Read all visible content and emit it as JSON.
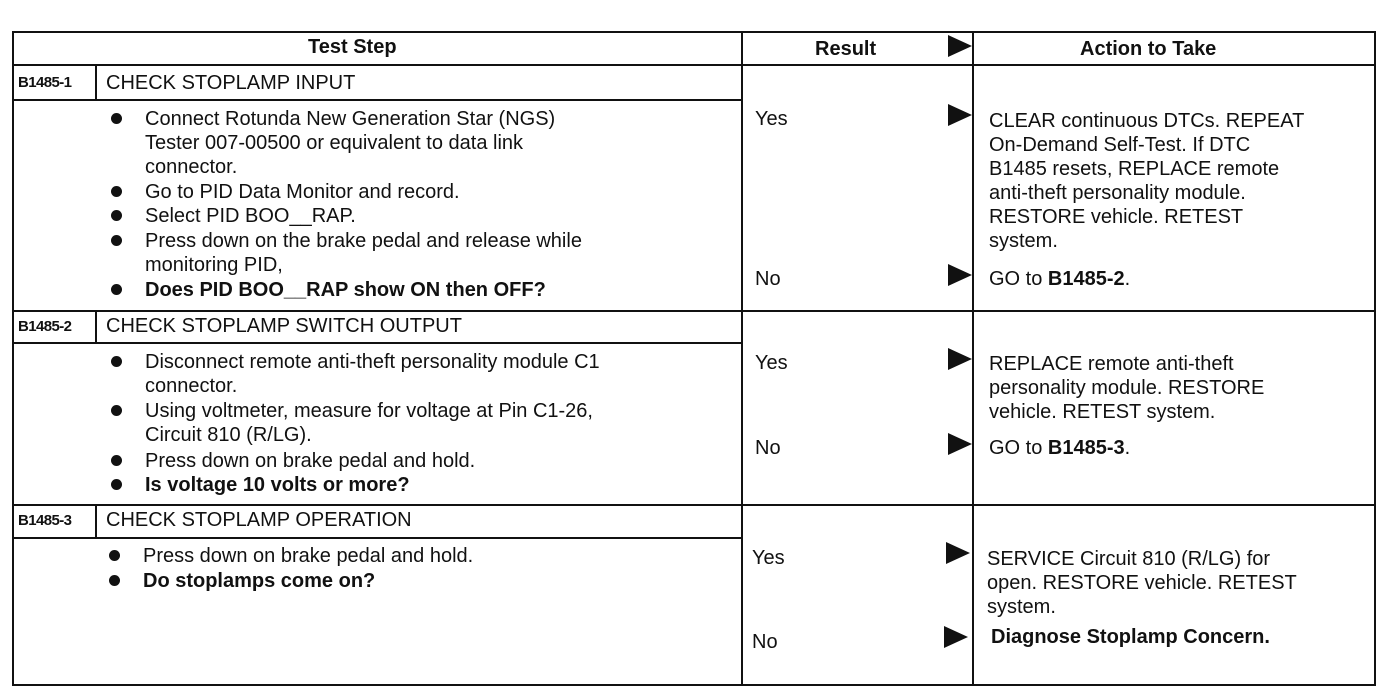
{
  "header": {
    "test_step": "Test Step",
    "result": "Result",
    "action": "Action to Take"
  },
  "steps": [
    {
      "id": "B1485-1",
      "title": "CHECK STOPLAMP INPUT",
      "bullets": [
        [
          "Connect Rotunda New Generation Star (NGS)",
          "Tester 007-00500 or equivalent to data link",
          "connector."
        ],
        [
          "Go to PID Data Monitor and record."
        ],
        [
          "Select PID BOO__RAP."
        ],
        [
          "Press down on the brake pedal and release while",
          "monitoring PID,"
        ],
        [
          "Does PID BOO__RAP show ON then OFF?"
        ]
      ],
      "results": [
        {
          "label": "Yes",
          "action": [
            "CLEAR continuous DTCs. REPEAT",
            "On-Demand Self-Test. If DTC",
            "B1485 resets, REPLACE remote",
            "anti-theft personality module.",
            "RESTORE vehicle. RETEST",
            "system."
          ]
        },
        {
          "label": "No",
          "action_prefix": "GO to ",
          "action_bold": "B1485-2",
          "action_suffix": "."
        }
      ]
    },
    {
      "id": "B1485-2",
      "title": "CHECK STOPLAMP SWITCH OUTPUT",
      "bullets": [
        [
          "Disconnect remote anti-theft personality module C1",
          "connector."
        ],
        [
          "Using voltmeter, measure for voltage at Pin C1-26,",
          "Circuit 810 (R/LG)."
        ],
        [
          "Press down on brake pedal and hold."
        ],
        [
          "Is voltage 10 volts or more?"
        ]
      ],
      "results": [
        {
          "label": "Yes",
          "action": [
            "REPLACE remote anti-theft",
            "personality module. RESTORE",
            "vehicle. RETEST system."
          ]
        },
        {
          "label": "No",
          "action_prefix": "GO to ",
          "action_bold": "B1485-3",
          "action_suffix": "."
        }
      ]
    },
    {
      "id": "B1485-3",
      "title": "CHECK STOPLAMP OPERATION",
      "bullets": [
        [
          "Press down on brake pedal and hold."
        ],
        [
          "Do stoplamps come on?"
        ]
      ],
      "results": [
        {
          "label": "Yes",
          "action": [
            "SERVICE Circuit 810 (R/LG) for",
            "open. RESTORE vehicle. RETEST",
            "system."
          ]
        },
        {
          "label": "No",
          "action_bold_full": "Diagnose Stoplamp Concern."
        }
      ]
    }
  ]
}
